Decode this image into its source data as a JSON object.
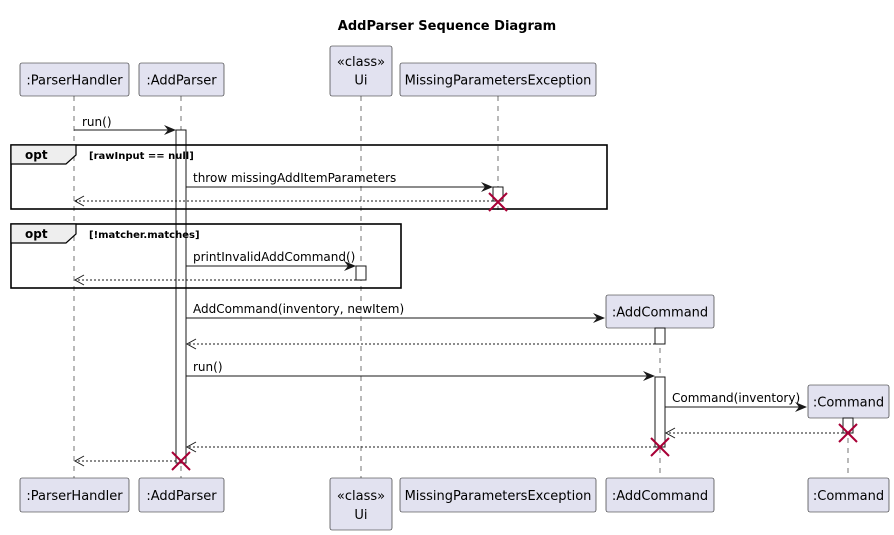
{
  "title": "AddParser Sequence Diagram",
  "participants": {
    "parser_handler": {
      "label": ":ParserHandler"
    },
    "add_parser": {
      "label": ":AddParser"
    },
    "ui": {
      "stereotype": "«class»",
      "label": "Ui"
    },
    "missing_params": {
      "label": "MissingParametersException"
    },
    "add_command": {
      "label": ":AddCommand"
    },
    "command": {
      "label": ":Command"
    }
  },
  "messages": {
    "run1": "run()",
    "throw_missing": "throw missingAddItemParameters",
    "print_invalid": "printInvalidAddCommand()",
    "add_command_ctor": "AddCommand(inventory, newItem)",
    "run2": "run()",
    "command_ctor": "Command(inventory)"
  },
  "fragments": {
    "opt1": {
      "operator": "opt",
      "guard": "[rawInput == null]"
    },
    "opt2": {
      "operator": "opt",
      "guard": "[!matcher.matches]"
    }
  },
  "colors": {
    "participant_fill": "#E2E2F0",
    "border": "#181818",
    "destroy": "#A80036",
    "fragment_tab": "#EEEEEE"
  }
}
